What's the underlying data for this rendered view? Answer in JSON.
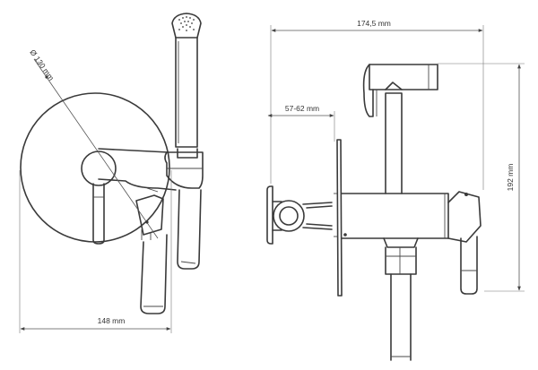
{
  "dimensions": {
    "diameter": "Ø 130 mm",
    "width_front": "148 mm",
    "width_side": "174,5 mm",
    "wall_depth": "57-62 mm",
    "height": "192 mm"
  }
}
